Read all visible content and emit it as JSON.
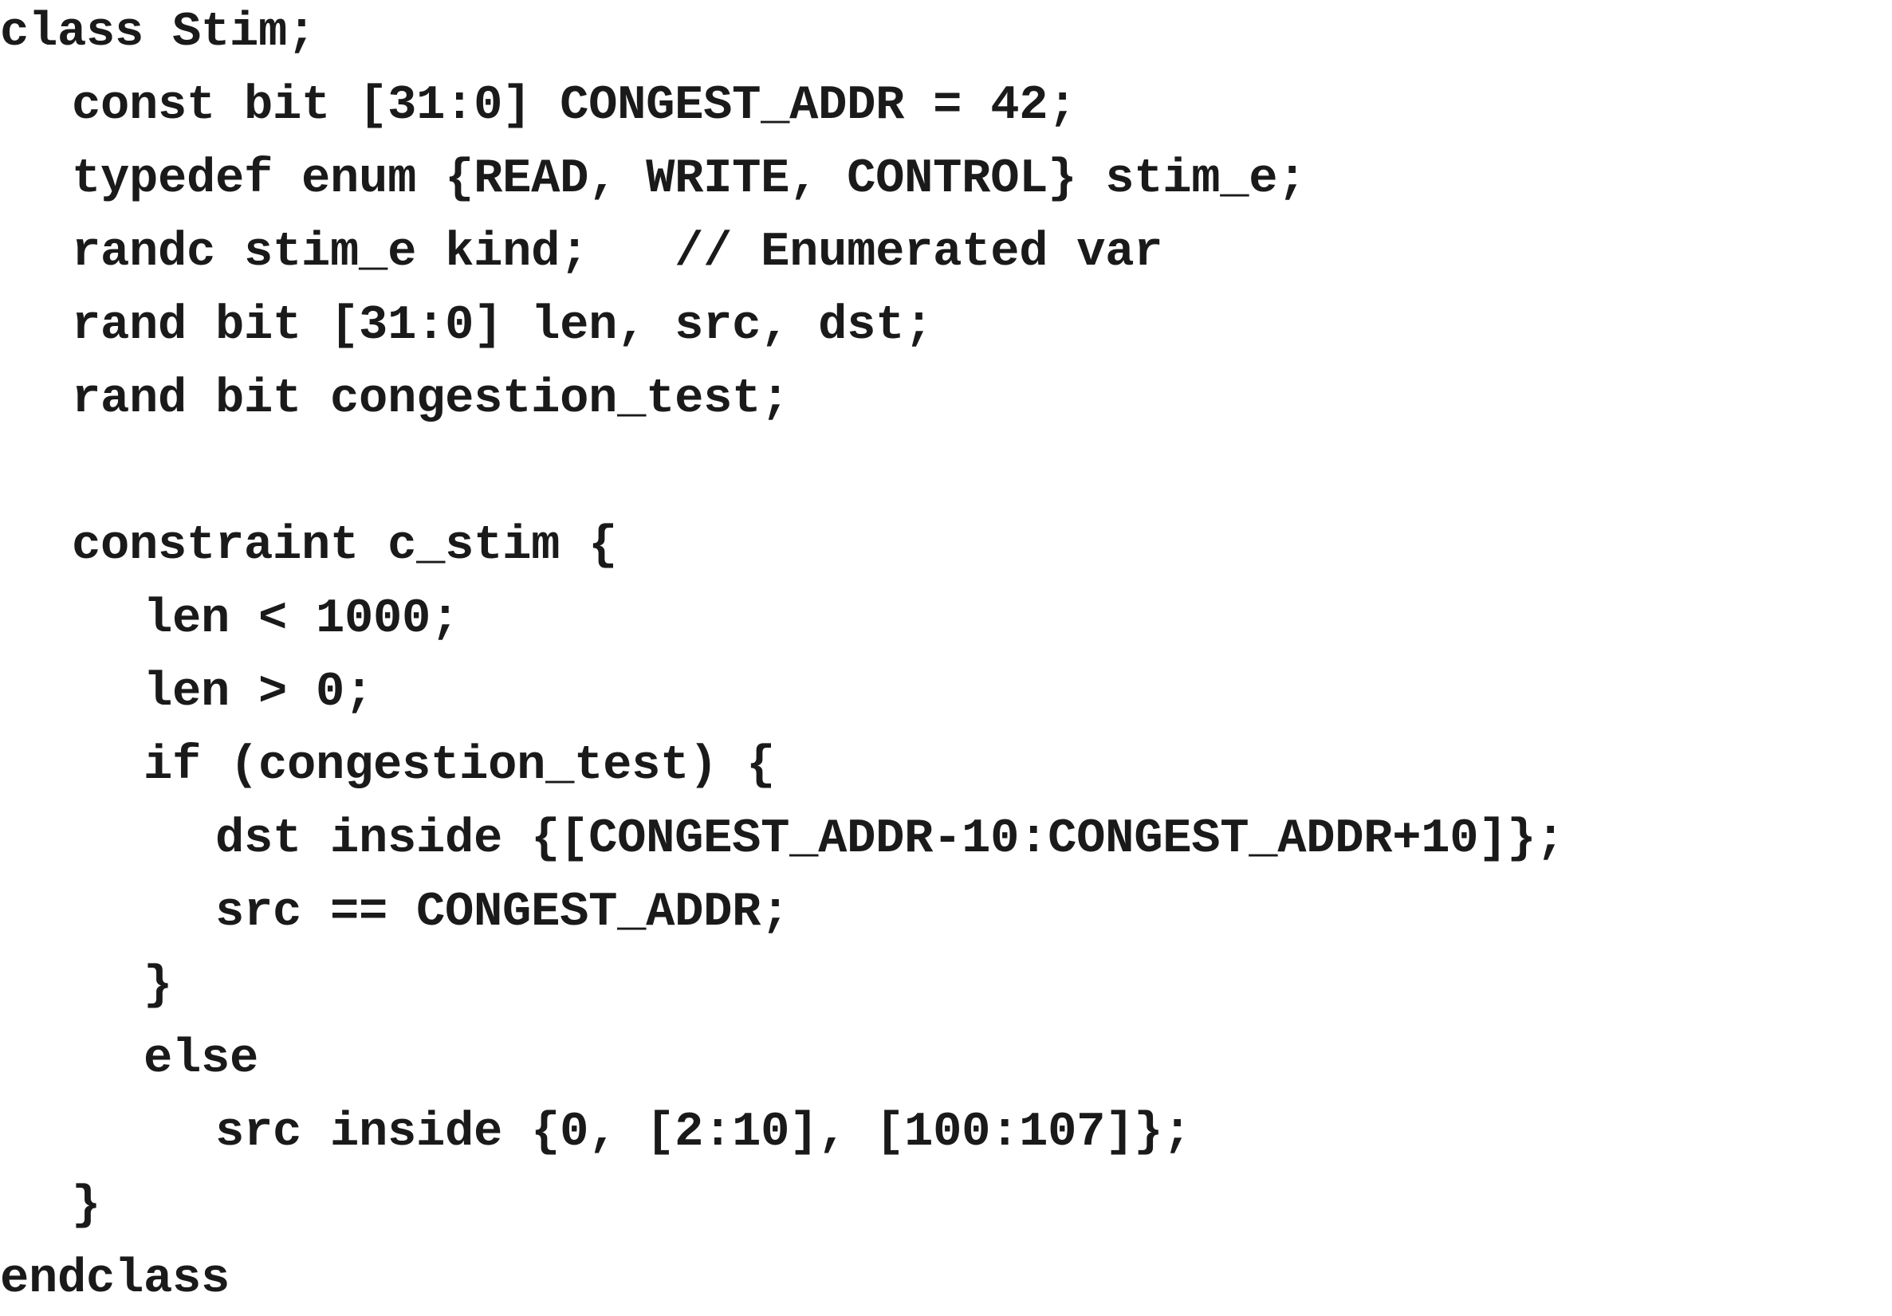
{
  "code": {
    "lines": [
      "class Stim;",
      "const bit [31:0] CONGEST_ADDR = 42;",
      "typedef enum {READ, WRITE, CONTROL} stim_e;",
      "randc stim_e kind;   // Enumerated var",
      "rand bit [31:0] len, src, dst;",
      "rand bit congestion_test;",
      "",
      "constraint c_stim {",
      "len < 1000;",
      "len > 0;",
      "if (congestion_test) {",
      "dst inside {[CONGEST_ADDR-10:CONGEST_ADDR+10]};",
      "src == CONGEST_ADDR;",
      "}",
      "else",
      "src inside {0, [2:10], [100:107]};",
      "}",
      "endclass"
    ]
  }
}
